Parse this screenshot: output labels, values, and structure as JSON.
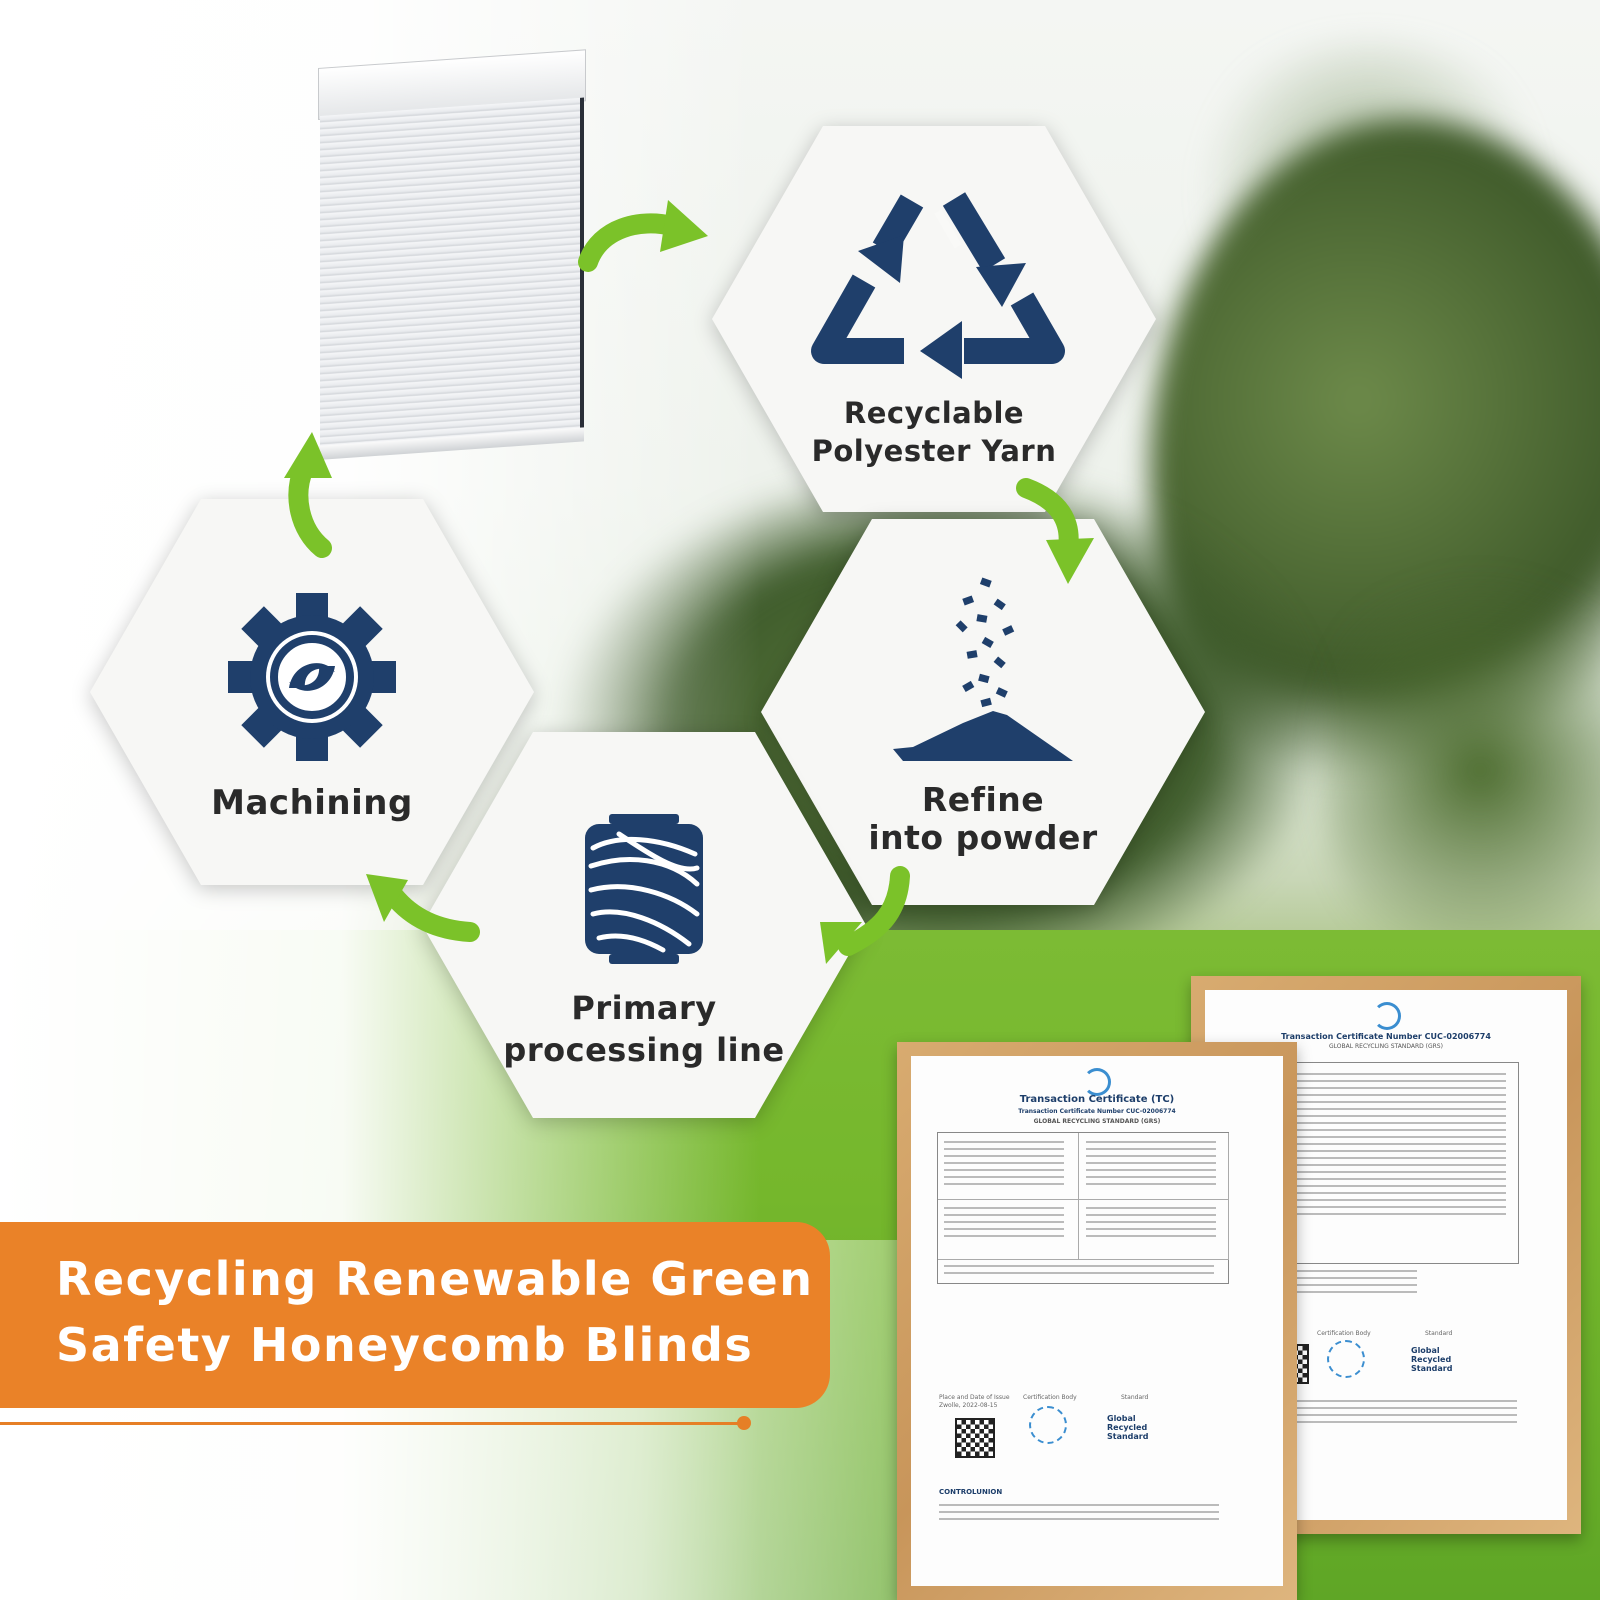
{
  "steps": {
    "recycle_label_line1": "Recyclable",
    "recycle_label_line2": "Polyester Yarn",
    "powder_label_line1": "Refine",
    "powder_label_line2": "into powder",
    "processing_label_line1": "Primary",
    "processing_label_line2": "processing line",
    "machining_label": "Machining"
  },
  "banner": {
    "line1": "Recycling Renewable Green",
    "line2": "Safety Honeycomb Blinds"
  },
  "certificate_front": {
    "title": "Transaction Certificate (TC)",
    "number": "Transaction Certificate Number CUC-02006774",
    "standard": "GLOBAL RECYCLING STANDARD (GRS)",
    "place_date": "Place and Date of Issue",
    "issue": "Zwolle, 2022-08-15",
    "cert_body": "Certification Body",
    "standard_label": "Standard",
    "grs_logo": "Global Recycled Standard",
    "footer": "CONTROLUNION"
  },
  "certificate_back": {
    "number": "Transaction Certificate Number CUC-02006774",
    "standard": "GLOBAL RECYCLING STANDARD (GRS)",
    "cert_body": "Certification Body",
    "standard_label": "Standard",
    "grs_logo": "Global Recycled Standard"
  },
  "colors": {
    "icon_navy": "#1f3f6b",
    "arrow_green": "#7bc229",
    "banner_orange": "#ea8228"
  },
  "icons": [
    "recycle-icon",
    "powder-icon",
    "yarn-spool-icon",
    "gear-icon",
    "arrow-icon"
  ]
}
